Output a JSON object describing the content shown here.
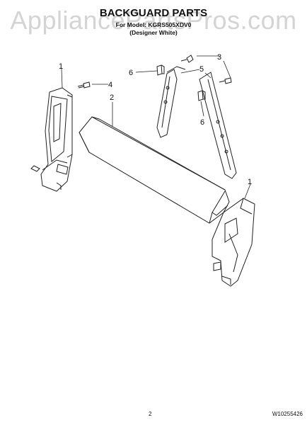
{
  "watermark": "AppliancePartsPros.com",
  "title": "BACKGUARD PARTS",
  "subtitle_model": "For Model: KGRS505XDV0",
  "subtitle_color": "(Designer White)",
  "callouts": [
    "1",
    "2",
    "3",
    "4",
    "5",
    "6",
    "6",
    "1"
  ],
  "footer": {
    "page": "2",
    "doc": "W10255426"
  }
}
